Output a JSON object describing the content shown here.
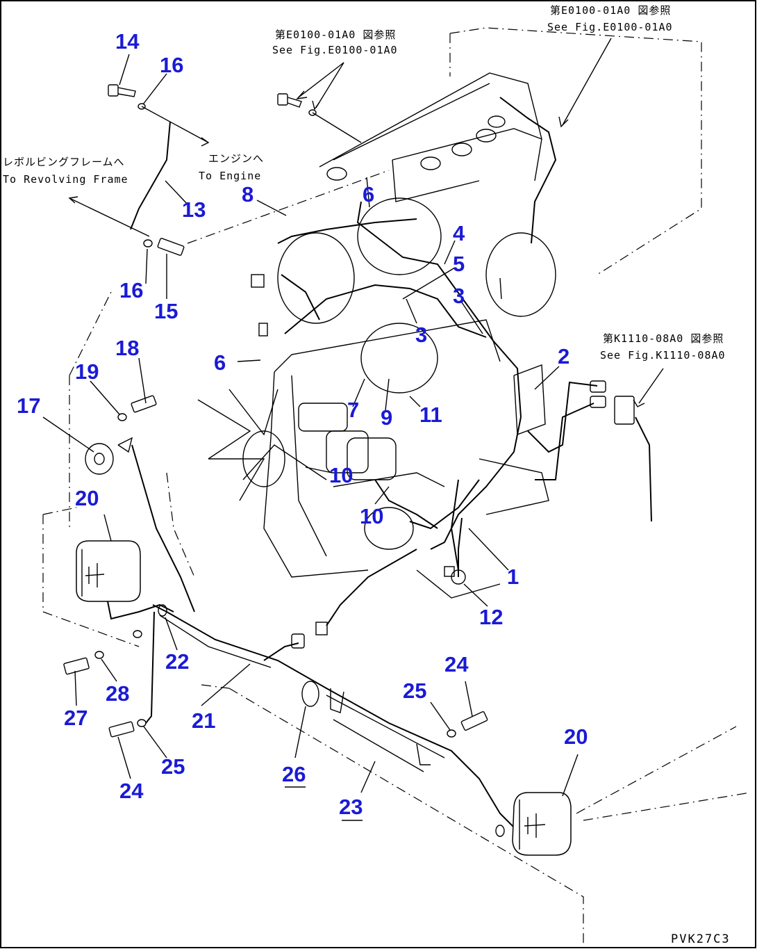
{
  "references": {
    "top_center_jp": "第E0100-01A0 図参照",
    "top_center_en": "See Fig.E0100-01A0",
    "top_right_jp": "第E0100-01A0 図参照",
    "top_right_en": "See Fig.E0100-01A0",
    "right_jp": "第K1110-08A0 図参照",
    "right_en": "See Fig.K1110-08A0",
    "engine_jp": "エンジンへ",
    "engine_en": "To Engine",
    "frame_jp": "レボルビングフレームへ",
    "frame_en": "To Revolving Frame"
  },
  "callouts": {
    "c1": "1",
    "c2": "2",
    "c3a": "3",
    "c3b": "3",
    "c4": "4",
    "c5": "5",
    "c6a": "6",
    "c6b": "6",
    "c7": "7",
    "c8": "8",
    "c9": "9",
    "c10a": "10",
    "c10b": "10",
    "c11": "11",
    "c12": "12",
    "c13": "13",
    "c14": "14",
    "c15": "15",
    "c16a": "16",
    "c16b": "16",
    "c17": "17",
    "c18": "18",
    "c19": "19",
    "c20a": "20",
    "c20b": "20",
    "c21": "21",
    "c22": "22",
    "c23": "23",
    "c24a": "24",
    "c24b": "24",
    "c25a": "25",
    "c25b": "25",
    "c26": "26",
    "c27": "27",
    "c28": "28"
  },
  "figure_code": "PVK27C3",
  "colors": {
    "callout": "#1a1ad6",
    "line": "#000000",
    "background": "#ffffff"
  }
}
